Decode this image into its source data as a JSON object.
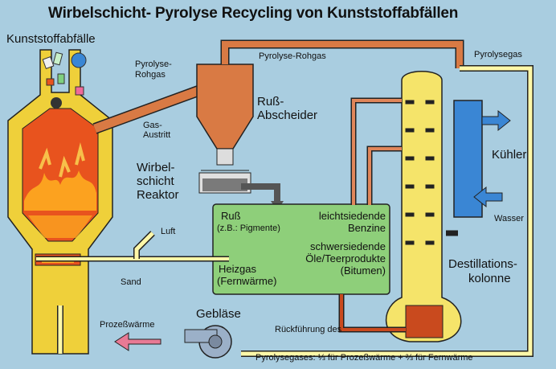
{
  "title": "Wirbelschicht- Pyrolyse Recycling von Kunststoffabfällen",
  "labels": {
    "kunststoffabfaelle": "Kunststoffabfälle",
    "pyrolyse_rohgas_left_1": "Pyrolyse-",
    "pyrolyse_rohgas_left_2": "Rohgas",
    "pyrolyse_rohgas_top": "Pyrolyse-Rohgas",
    "pyrolysegas": "Pyrolysegas",
    "russ_abscheider_1": "Ruß-",
    "russ_abscheider_2": "Abscheider",
    "gas_austritt_1": "Gas-",
    "gas_austritt_2": "Austritt",
    "wirbelschicht_reaktor_1": "Wirbel-",
    "wirbelschicht_reaktor_2": "schicht",
    "wirbelschicht_reaktor_3": "Reaktor",
    "kuehler": "Kühler",
    "wasser": "Wasser",
    "luft": "Luft",
    "sand": "Sand",
    "destillationskolonne_1": "Destillations-",
    "destillationskolonne_2": "kolonne",
    "geblaese": "Gebläse",
    "prozesswaerme": "Prozeßwärme",
    "rueckfuehrung": "Rückführung des",
    "pyrolysegases_fraction": "Pyrolysegases: ⅓ für Prozeßwärme + ⅔ für Fernwärme"
  },
  "products": {
    "russ_1": "Ruß",
    "russ_2": "(z.B.: Pigmente)",
    "leicht_1": "leichtsiedende",
    "leicht_2": "Benzine",
    "schwer_1": "schwersiedende",
    "schwer_2": "Öle/Teerprodukte",
    "schwer_3": "(Bitumen)",
    "heizgas_1": "Heizgas",
    "heizgas_2": "(Fernwärme)"
  },
  "colors": {
    "background": "#a9cde0",
    "reactor_shell": "#efd03a",
    "hot_core": "#e8531e",
    "flame": "#ffb020",
    "gas_pipe": "#d97a44",
    "product_box": "#8ecf7a",
    "column": "#f5e46a",
    "cooler": "#3a86d4",
    "pipe_light": "#fff8a8",
    "recycle_arrow": "#e87a95"
  }
}
